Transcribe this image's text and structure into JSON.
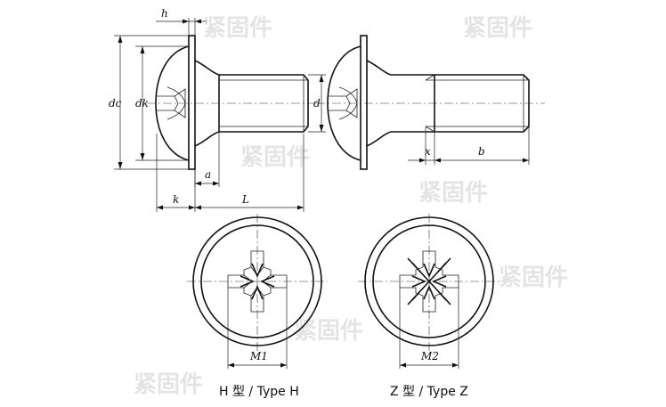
{
  "dimensions": {
    "h": "h",
    "dc": "dc",
    "dk": "dk",
    "d": "d",
    "a": "a",
    "k": "k",
    "L": "L",
    "x": "x",
    "b": "b",
    "M1": "M1",
    "M2": "M2"
  },
  "captions": {
    "type_h": "H 型 / Type H",
    "type_z": "Z 型 / Type Z"
  },
  "watermark": {
    "text": "紧固件"
  },
  "colors": {
    "line": "#111111",
    "background": "#ffffff",
    "watermark": "#cfcfcf"
  }
}
